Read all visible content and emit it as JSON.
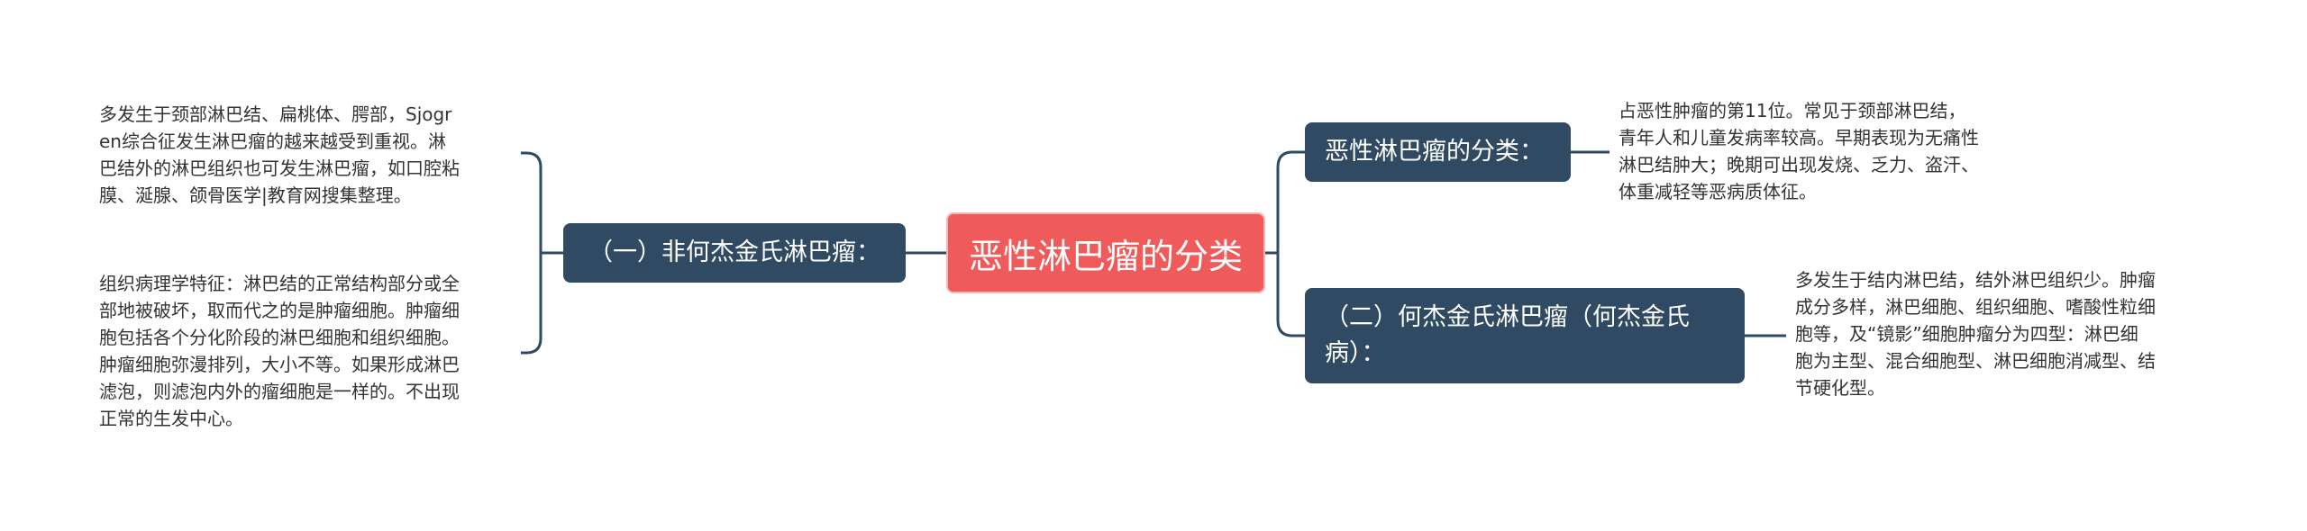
{
  "root": {
    "label": "恶性淋巴瘤的分类"
  },
  "branches": {
    "left": {
      "label": "（一）非何杰金氏淋巴瘤："
    },
    "right_top": {
      "label": "恶性淋巴瘤的分类："
    },
    "right_bottom": {
      "label": "（二）何杰金氏淋巴瘤（何杰金氏病）："
    }
  },
  "leaves": {
    "left_top": "多发生于颈部淋巴结、扁桃体、腭部，Sjogr\nen综合征发生淋巴瘤的越来越受到重视。淋\n巴结外的淋巴组织也可发生淋巴瘤，如口腔粘\n膜、涎腺、颌骨医学|教育网搜集整理。",
    "left_bottom": "组织病理学特征：淋巴结的正常结构部分或全\n部地被破坏，取而代之的是肿瘤细胞。肿瘤细\n胞包括各个分化阶段的淋巴细胞和组织细胞。\n肿瘤细胞弥漫排列，大小不等。如果形成淋巴\n滤泡，则滤泡内外的瘤细胞是一样的。不出现\n正常的生发中心。",
    "right_top": "占恶性肿瘤的第11位。常见于颈部淋巴结，\n青年人和儿童发病率较高。早期表现为无痛性\n淋巴结肿大；晚期可出现发烧、乏力、盗汗、\n体重减轻等恶病质体征。",
    "right_bottom": "多发生于结内淋巴结，结外淋巴组织少。肿瘤\n成分多样，淋巴细胞、组织细胞、嗜酸性粒细\n胞等，及“镜影”细胞肿瘤分为四型：淋巴细\n胞为主型、混合细胞型、淋巴细胞消减型、结\n节硬化型。"
  },
  "colors": {
    "root_fill": "#ef5a5a",
    "root_border": "#f7b4b4",
    "branch_fill": "#2f4a62",
    "connector": "#2f4a62",
    "leaf_text": "#333333"
  }
}
